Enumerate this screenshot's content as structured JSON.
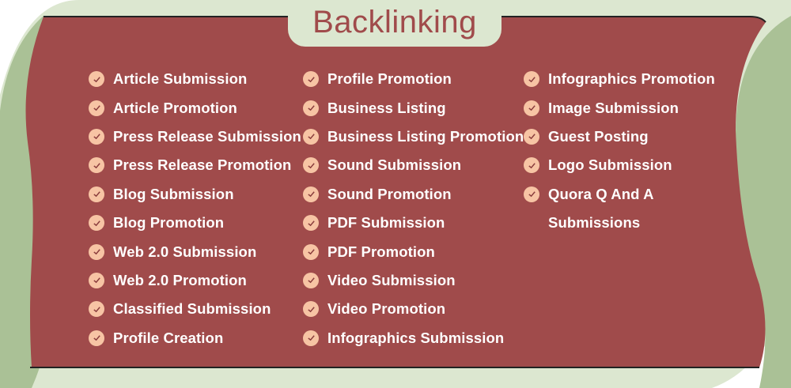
{
  "title": "Backlinking",
  "colors": {
    "panel": "#a04b4b",
    "light_green": "#dce7d0",
    "dark_green": "#aac196",
    "check": "#f7c4a4"
  },
  "columns": [
    [
      "Article Submission",
      "Article Promotion",
      "Press Release Submission",
      "Press Release Promotion",
      "Blog Submission",
      "Blog Promotion",
      "Web 2.0 Submission",
      "Web 2.0 Promotion",
      "Classified Submission",
      "Profile Creation"
    ],
    [
      "Profile Promotion",
      "Business Listing",
      "Business Listing Promotion",
      "Sound Submission",
      "Sound Promotion",
      "PDF Submission",
      "PDF Promotion",
      "Video Submission",
      "Video Promotion",
      "Infographics Submission"
    ],
    [
      "Infographics Promotion",
      "Image Submission",
      "Guest Posting",
      "Logo Submission",
      "Quora Q And A"
    ]
  ],
  "continuation": "Submissions",
  "icon": "check-circle-icon"
}
